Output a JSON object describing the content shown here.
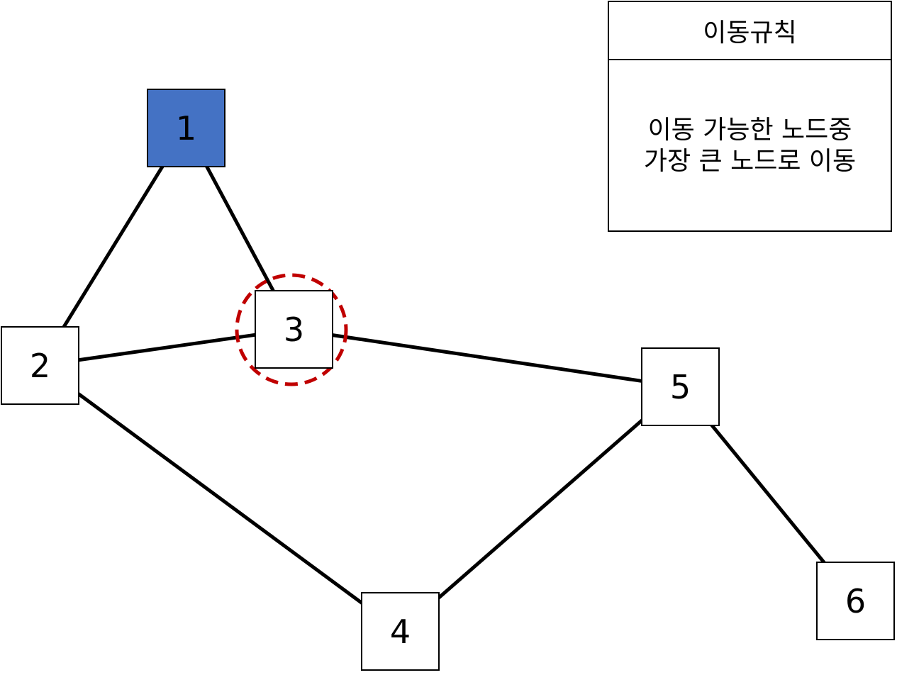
{
  "diagram": {
    "nodes": [
      {
        "id": "1",
        "label": "1",
        "fill": "#4472C4",
        "state": "current"
      },
      {
        "id": "2",
        "label": "2",
        "fill": "#FFFFFF"
      },
      {
        "id": "3",
        "label": "3",
        "fill": "#FFFFFF",
        "highlight": "dashed-red-circle"
      },
      {
        "id": "4",
        "label": "4",
        "fill": "#FFFFFF"
      },
      {
        "id": "5",
        "label": "5",
        "fill": "#FFFFFF"
      },
      {
        "id": "6",
        "label": "6",
        "fill": "#FFFFFF"
      }
    ],
    "edges": [
      [
        "1",
        "2"
      ],
      [
        "1",
        "3"
      ],
      [
        "2",
        "3"
      ],
      [
        "2",
        "4"
      ],
      [
        "3",
        "5"
      ],
      [
        "4",
        "5"
      ],
      [
        "5",
        "6"
      ]
    ],
    "colors": {
      "current_node": "#4472C4",
      "highlight_circle": "#C00000",
      "edge": "#000000"
    }
  },
  "legend": {
    "title": "이동규칙",
    "lines": [
      "이동 가능한 노드중",
      "가장 큰 노드로 이동"
    ]
  }
}
